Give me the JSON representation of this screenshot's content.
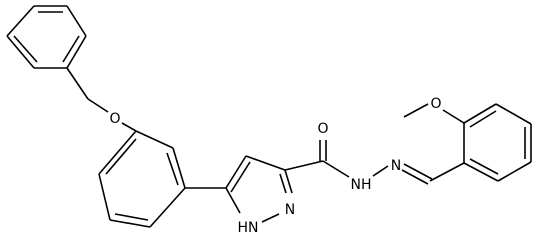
{
  "molecule": {
    "atom_labels": {
      "ether_oxygen": "O",
      "carbonyl_oxygen": "O",
      "methoxy_oxygen": "O",
      "pyrazole_nh": "HN",
      "pyrazole_n": "N",
      "hydrazide_nh": "NH",
      "imine_n": "N"
    }
  }
}
